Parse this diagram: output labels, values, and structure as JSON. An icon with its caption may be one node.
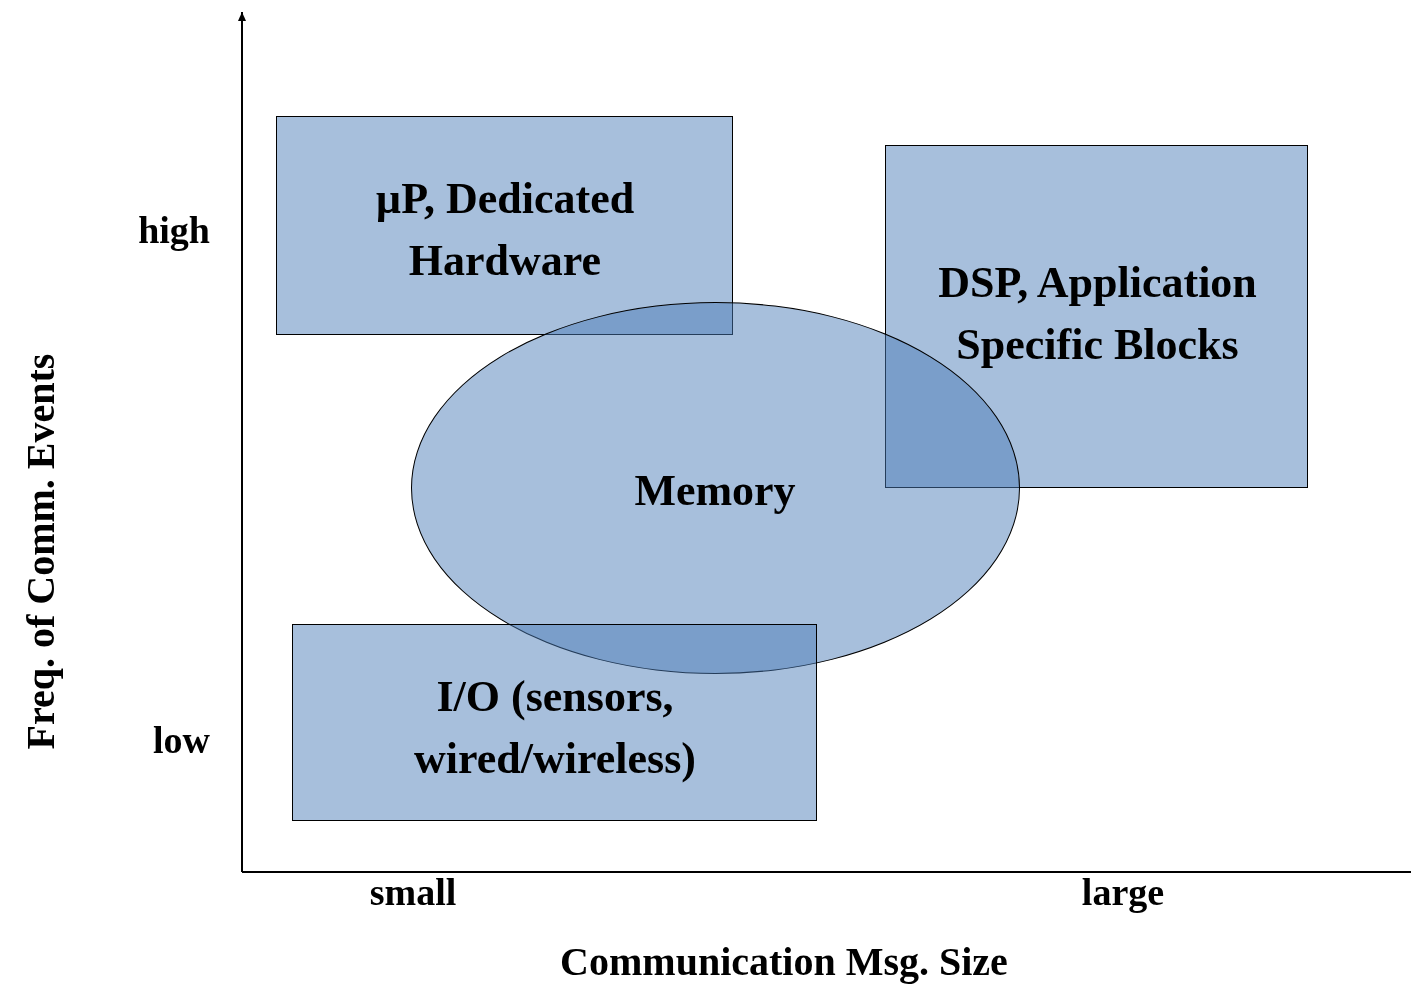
{
  "diagram": {
    "nodes": [
      {
        "text": [
          "µP, Dedicated Hardware"
        ]
      },
      {
        "text": [
          "DSP, Application Specific Blocks"
        ]
      },
      {
        "text": [
          "Memory"
        ]
      },
      {
        "text": [
          "I/O (sensors, wired/wireless)"
        ]
      }
    ],
    "labels": [
      "high",
      "low",
      "small",
      "large",
      "Communication Msg. Size",
      "Freq. of Comm. Events"
    ]
  }
}
